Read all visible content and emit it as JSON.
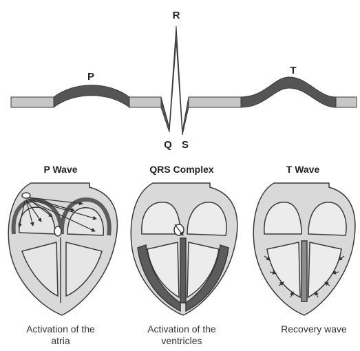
{
  "ecg": {
    "labels": {
      "p": "P",
      "q": "Q",
      "r": "R",
      "s": "S",
      "t": "T"
    }
  },
  "panels": [
    {
      "title": "P Wave",
      "caption_line1": "Activation of the",
      "caption_line2": "atria"
    },
    {
      "title": "QRS Complex",
      "caption_line1": "Activation of the",
      "caption_line2": "ventricles"
    },
    {
      "title": "T Wave",
      "caption_line1": "Recovery wave",
      "caption_line2": ""
    }
  ],
  "colors": {
    "baseline_segment": "#c7c7c7",
    "wave_fill": "#555555",
    "outline": "#3a3a3a",
    "heart_fill": "#d9d9d9",
    "activation": "#5c5c5c"
  }
}
